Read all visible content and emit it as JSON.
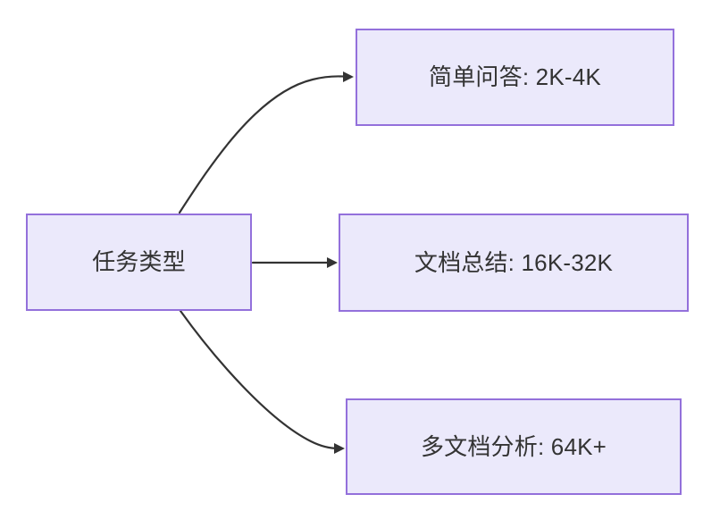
{
  "diagram": {
    "title": "任务类型",
    "background_color": "#ffffff",
    "node_fill_color": "#ebe9fb",
    "node_border_color": "#9370db",
    "text_color": "#333333",
    "edge_color": "#333333",
    "source": {
      "label": "任务类型"
    },
    "targets": [
      {
        "label": "简单问答: 2K-4K"
      },
      {
        "label": "文档总结: 16K-32K"
      },
      {
        "label": "多文档分析: 64K+"
      }
    ],
    "edges": [
      {
        "from": "任务类型",
        "to": "简单问答: 2K-4K",
        "style": "curved",
        "arrow": "arrow-head-icon"
      },
      {
        "from": "任务类型",
        "to": "文档总结: 16K-32K",
        "style": "straight",
        "arrow": "arrow-head-icon"
      },
      {
        "from": "任务类型",
        "to": "多文档分析: 64K+",
        "style": "curved",
        "arrow": "arrow-head-icon"
      }
    ]
  }
}
